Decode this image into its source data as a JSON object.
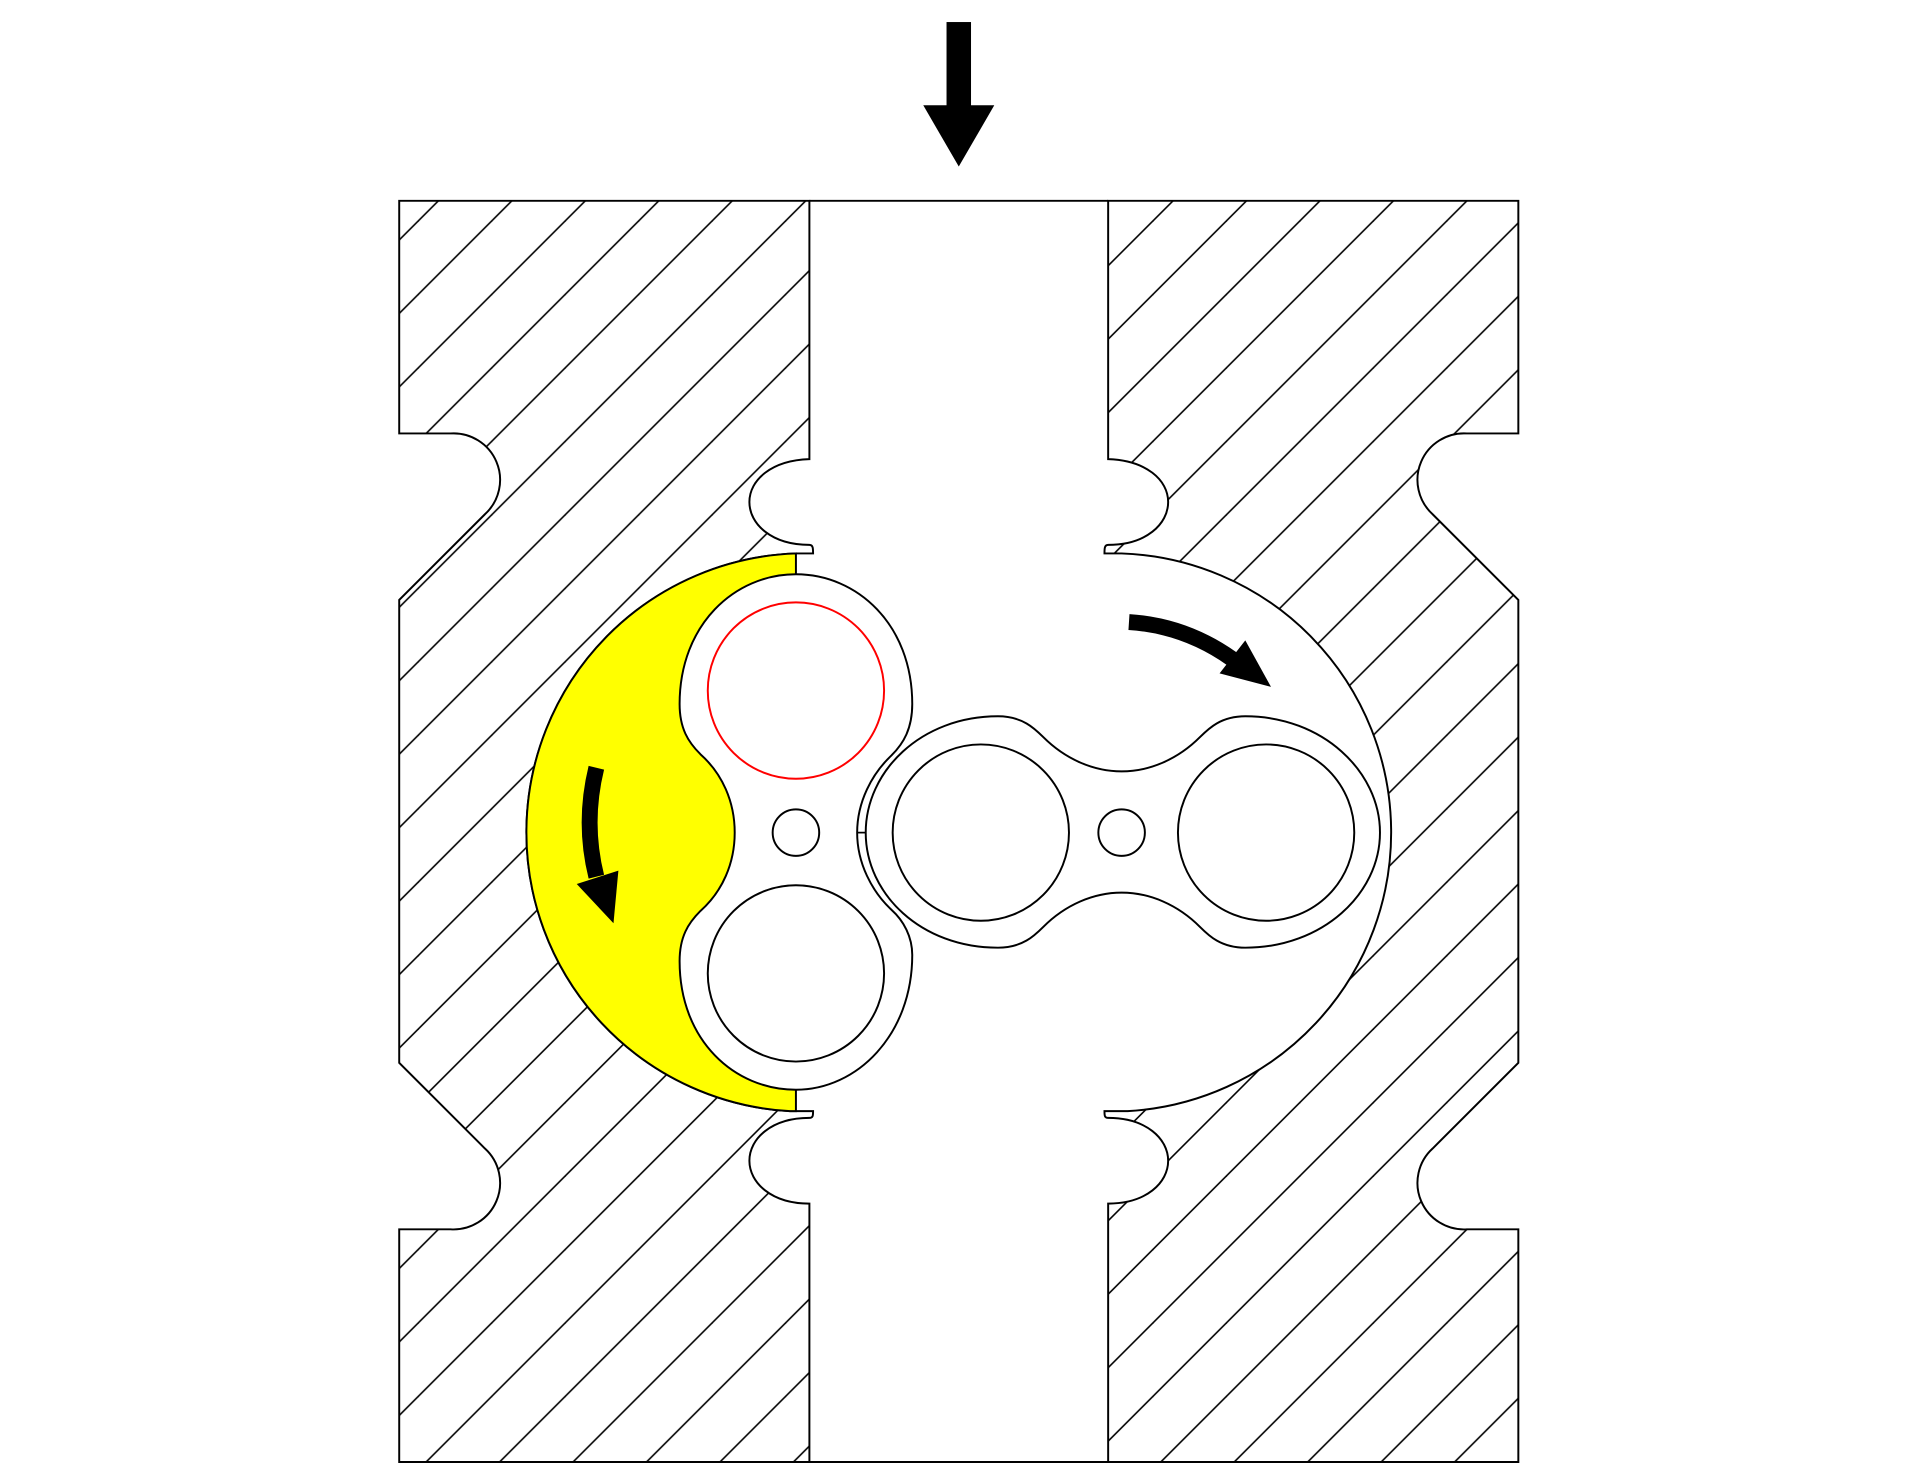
{
  "diagram": {
    "colors": {
      "background": "#ffffff",
      "outline": "#000000",
      "highlighted_fluid_pocket": "#ffff00",
      "highlighted_rotor_bore": "#ff0000",
      "flow_arrows": "#000000"
    },
    "icons": [
      "flow-direction-arrow",
      "rotation-arrow-clockwise",
      "rotation-arrow-counterclockwise"
    ]
  }
}
